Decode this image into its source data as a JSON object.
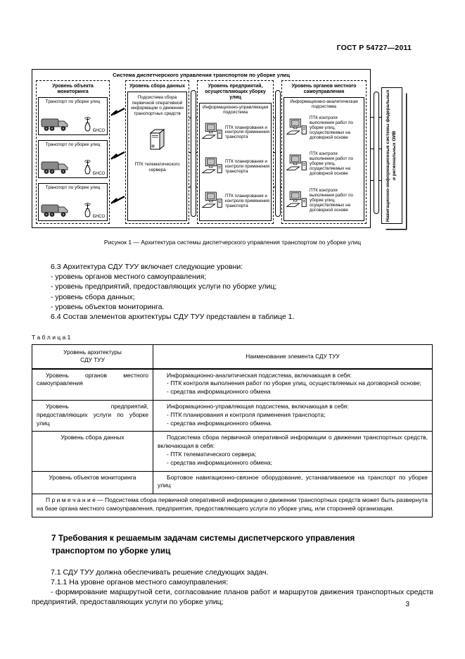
{
  "page": {
    "header_code": "ГОСТ Р 54727—2011",
    "number": "3"
  },
  "figure": {
    "system_title": "Система диспетчерского управления транспортом по уборке улиц",
    "caption": "Рисунок 1 — Архитектура системы диспетчерского управления транспортом по уборке улиц",
    "monitoring": {
      "title": "Уровень объекта мониторинга",
      "units": [
        {
          "label": "Транспорт по уборке улиц",
          "device": "БНСО"
        },
        {
          "label": "Транспорт по уборке улиц",
          "device": "БНСО"
        },
        {
          "label": "Транспорт по уборке улиц",
          "device": "БНСО"
        }
      ]
    },
    "data_level": {
      "title": "Уровень сбора данных",
      "subsystem": "Подсистема сбора первичной оперативной информации о движении транспортных средств",
      "ptk": "ПТК телематического сервера"
    },
    "enterprise": {
      "title": "Уровень предприятий, осуществляющих уборку улиц",
      "subsystem": "Информационно-управляющая подсистема",
      "workstations": [
        "ПТК планирования и контроля применения транспорта",
        "ПТК планирования и контроля применения транспорта",
        "ПТК планирования и контроля применения транспорта"
      ]
    },
    "government": {
      "title": "Уровень органов местного самоуправления",
      "subsystem": "Информационно-аналитическая подсистема",
      "workstations": [
        "ПТК контроля выполнения работ по уборке улиц, осуществляемых на договорной основе",
        "ПТК контроля выполнения работ по уборке улиц, осуществляемых на договорной основе",
        "ПТК контроля выполнения работ по уборке улиц, осуществляемых на договорной основе"
      ]
    },
    "right_panel": "Навигационно-информационные системы федеральных и региональных ОИВ"
  },
  "sections": {
    "s63": "6.3  Архитектура СДУ ТУУ включает следующие уровни:",
    "s63_items": [
      "-  уровень органов местного самоуправления;",
      "-  уровень предприятий, предоставляющих услуги по уборке улиц;",
      "-  уровень сбора данных;",
      "-  уровень объектов мониторинга."
    ],
    "s64": "6.4  Состав элементов архитектуры СДУ ТУУ представлен в таблице 1.",
    "s7_title": "7  Требования к решаемым задачам системы диспетчерского управления транспортом по уборке улиц",
    "s71": "7.1  СДУ ТУУ должна обеспечивать решение следующих задач.",
    "s711": "7.1.1  На уровне органов местного самоуправления:",
    "s711_item": "-  формирование маршрутной сети, согласование планов работ и маршрутов движения транспортных средств предприятий, предоставляющих услуги по уборке улиц;"
  },
  "table": {
    "label": "Т а б л и ц а  1",
    "header_col1_lines": [
      "Уровень архитектуры",
      "СДУ ТУУ"
    ],
    "header_col2": "Наименование элемента СДУ ТУУ",
    "rows": [
      {
        "level": "Уровень органов местного самоуправления",
        "level_class": "lvl lvl-indent",
        "lines": [
          "Информационно-аналитическая подсистема, включающая в себя:",
          "- ПТК контроля выполнения работ по уборке улиц, осуществляемых на договорной основе;",
          "- средства информационного обмена"
        ]
      },
      {
        "level": "Уровень предприятий, предоставляющих услуги по уборке улиц",
        "level_class": "lvl lvl-indent",
        "lines": [
          "Информационно-управляющая подсистема, включающая в себя:",
          "- ПТК планирования и контроля применения транспорта;",
          "- средства информационного обмена."
        ]
      },
      {
        "level": "Уровень сбора данных",
        "level_class": "lvl lvl-center",
        "lines": [
          "Подсистема сбора первичной оперативной информации о движении транспортных средств, включающая в себя:",
          "- ПТК телематического сервера;",
          "- средства информационного обмена;"
        ]
      },
      {
        "level": "Уровень объектов мониторинга",
        "level_class": "lvl lvl-center",
        "lines": [
          "Бортовое навигационно-связное оборудование, устанавливаемое на транспорт по уборке улиц"
        ]
      }
    ],
    "note": "П р и м е ч а н и е — Подсистема сбора первичной оперативной информации о движении транспортных средств может быть развернута на базе органа местного самоуправления, предприятия, предоставляющего услуги по уборке улиц, или сторонней организации."
  }
}
